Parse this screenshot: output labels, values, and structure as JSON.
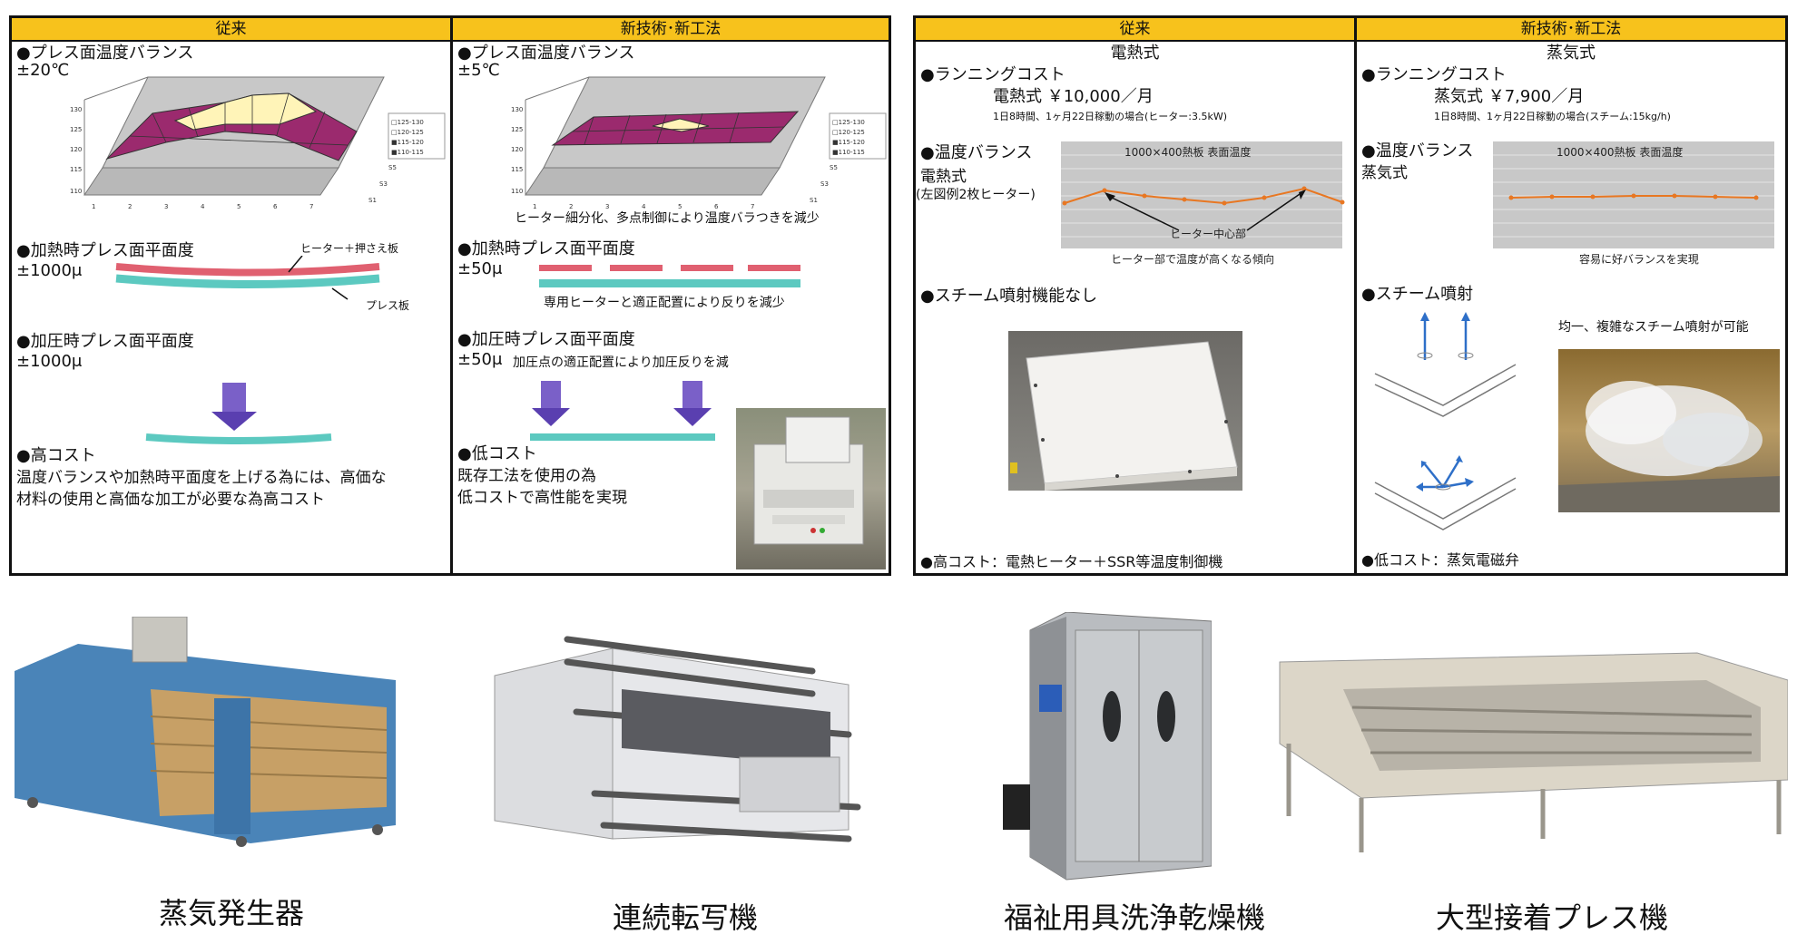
{
  "left_panel": {
    "conventional": {
      "header": "従来",
      "temp_title": "●プレス面温度バランス",
      "temp_value": "±20℃",
      "chart_legend": [
        "□125-130",
        "□120-125",
        "■115-120",
        "■110-115"
      ],
      "chart_yticks": [
        "130",
        "125",
        "120",
        "115",
        "110"
      ],
      "chart_xticks": [
        "1",
        "2",
        "3",
        "4",
        "5",
        "6",
        "7"
      ],
      "chart_depth": [
        "S5",
        "S3",
        "S1"
      ],
      "heat_flat_title": "●加熱時プレス面平面度",
      "heat_flat_value": "±1000μ",
      "heater_label": "ヒーター＋押さえ板",
      "plate_label": "プレス板",
      "press_flat_title": "●加圧時プレス面平面度",
      "press_flat_value": "±1000μ",
      "cost_title": "●高コスト",
      "cost_desc_1": "温度バランスや加熱時平面度を上げる為には、高価な",
      "cost_desc_2": "材料の使用と高価な加工が必要な為高コスト"
    },
    "new_tech": {
      "header": "新技術･新工法",
      "temp_title": "●プレス面温度バランス",
      "temp_value": "±5℃",
      "chart_legend": [
        "□125-130",
        "□120-125",
        "■115-120",
        "■110-115"
      ],
      "chart_yticks": [
        "130",
        "125",
        "120",
        "115",
        "110"
      ],
      "chart_xticks": [
        "1",
        "2",
        "3",
        "4",
        "5",
        "6",
        "7"
      ],
      "chart_depth": [
        "S5",
        "S3",
        "S1"
      ],
      "chart_caption": "ヒーター細分化、多点制御により温度バラつきを減少",
      "heat_flat_title": "●加熱時プレス面平面度",
      "heat_flat_value": "±50μ",
      "heater_caption": "専用ヒーターと適正配置により反りを減少",
      "press_flat_title": "●加圧時プレス面平面度",
      "press_flat_value": "±50μ",
      "press_caption": "加圧点の適正配置により加圧反りを減",
      "cost_title": "●低コスト",
      "cost_desc_1": "既存工法を使用の為",
      "cost_desc_2": "低コストで高性能を実現"
    }
  },
  "right_panel": {
    "conventional": {
      "header": "従来",
      "subheader": "電熱式",
      "running_title": "●ランニングコスト",
      "running_value": "電熱式 ￥10,000／月",
      "running_note": "1日8時間、1ヶ月22日稼動の場合(ヒーター:3.5kW)",
      "temp_title": "●温度バランス",
      "temp_type": "電熱式",
      "temp_example": "(左図例2枚ヒーター)",
      "chart_title": "1000×400熱板 表面温度",
      "chart_annotation": "ヒーター中心部",
      "chart_caption": "ヒーター部で温度が高くなる傾向",
      "steam_title": "●スチーム噴射機能なし",
      "cost_title": "●高コスト：電熱ヒーター＋SSR等温度制御機"
    },
    "new_tech": {
      "header": "新技術･新工法",
      "subheader": "蒸気式",
      "running_title": "●ランニングコスト",
      "running_value": "蒸気式 ￥7,900／月",
      "running_note": "1日8時間、1ヶ月22日稼動の場合(スチーム:15kg/h)",
      "temp_title": "●温度バランス",
      "temp_type": "蒸気式",
      "chart_title": "1000×400熱板 表面温度",
      "chart_caption": "容易に好バランスを実現",
      "steam_title": "●スチーム噴射",
      "steam_desc": "均一、複雑なスチーム噴射が可能",
      "cost_title": "●低コスト：蒸気電磁弁"
    }
  },
  "products": [
    {
      "name": "蒸気発生器"
    },
    {
      "name": "連続転写機"
    },
    {
      "name": "福祉用具洗浄乾燥機"
    },
    {
      "name": "大型接着プレス機"
    }
  ],
  "colors": {
    "header_bg": "#f7c21c",
    "heater_red": "#e06070",
    "plate_teal": "#5cc9c0",
    "arrow_purple": "#5a3fb0",
    "surface_magenta": "#9b2a6e",
    "surface_cream": "#fff4b8",
    "line_orange": "#e87722"
  }
}
